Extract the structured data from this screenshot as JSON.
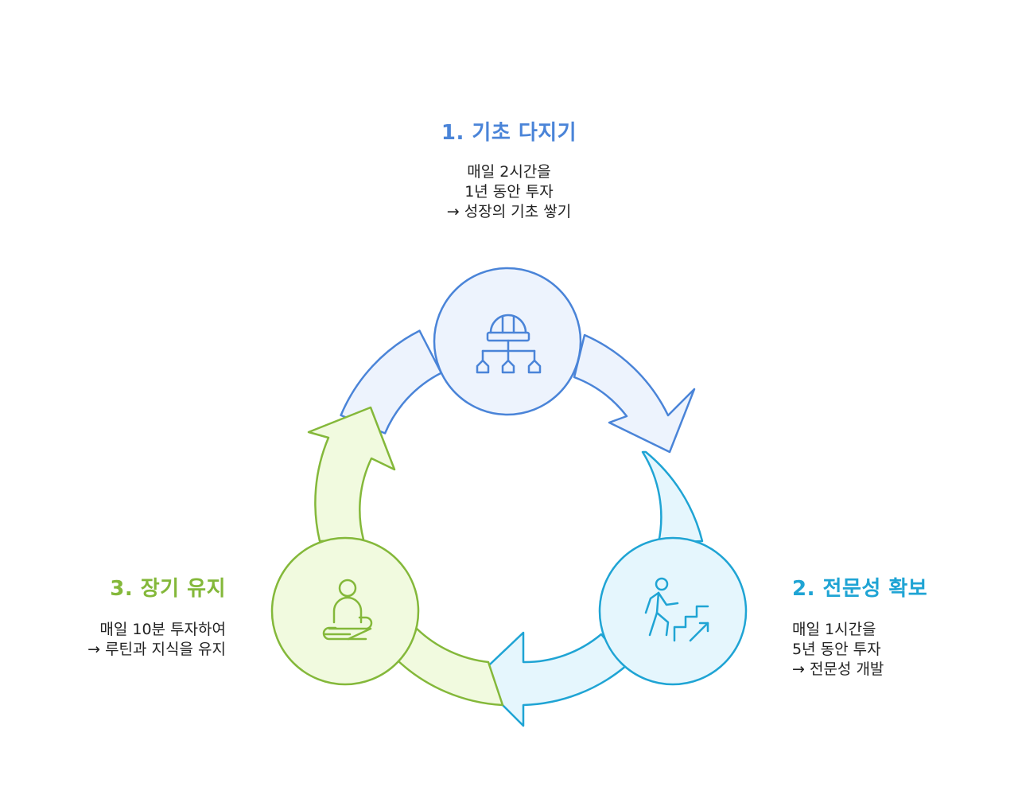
{
  "diagram": {
    "type": "cycle",
    "colors": {
      "blue": "#4a84d8",
      "blue_fill": "#edf3fd",
      "cyan": "#1fa4d4",
      "cyan_fill": "#e5f6fd",
      "green": "#84b83a",
      "green_fill": "#f1fadf"
    },
    "steps": [
      {
        "title": "1. 기초 다지기",
        "lines": [
          "매일 2시간을",
          "1년 동안 투자",
          "→ 성장의 기초 쌓기"
        ],
        "icon": "hardhat-hierarchy-icon",
        "color": "blue"
      },
      {
        "title": "2. 전문성 확보",
        "lines": [
          "매일 1시간을",
          "5년 동안 투자",
          "→ 전문성 개발"
        ],
        "icon": "person-climbing-stairs-icon",
        "color": "cyan"
      },
      {
        "title": "3. 장기 유지",
        "lines": [
          "매일 10분 투자하여",
          "→ 루틴과 지식을 유지"
        ],
        "icon": "meditating-person-icon",
        "color": "green"
      }
    ]
  }
}
